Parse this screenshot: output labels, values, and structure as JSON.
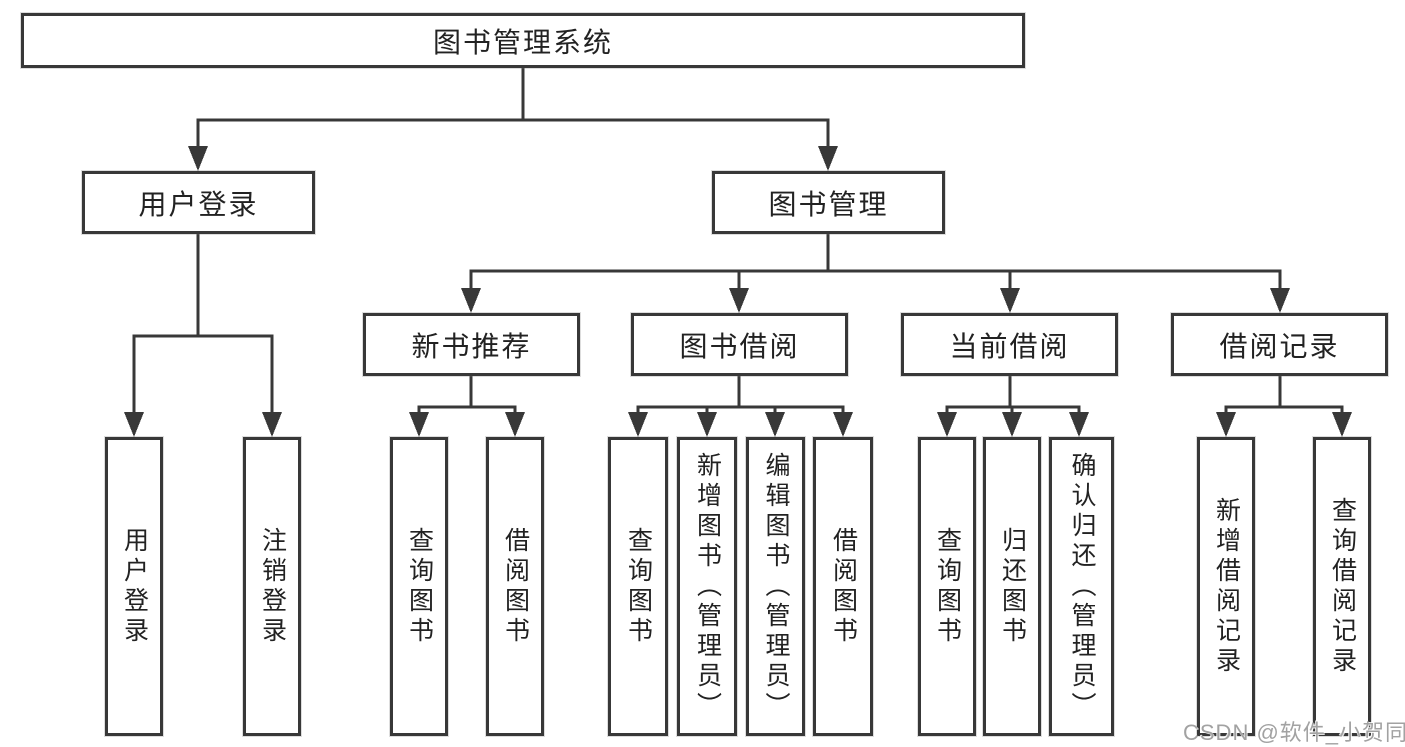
{
  "watermark": "CSDN @软件_小贺同学",
  "colors": {
    "line": "#383838",
    "box_border": "#383838",
    "text": "#222222",
    "watermark": "#a2a2a2",
    "background": "#ffffff"
  },
  "tree": {
    "root": {
      "label": "图书管理系统"
    },
    "branches": [
      {
        "label": "用户登录",
        "children": [
          {
            "label": "用户登录"
          },
          {
            "label": "注销登录"
          }
        ]
      },
      {
        "label": "图书管理",
        "children": [
          {
            "label": "新书推荐",
            "children": [
              {
                "label": "查询图书"
              },
              {
                "label": "借阅图书"
              }
            ]
          },
          {
            "label": "图书借阅",
            "children": [
              {
                "label": "查询图书"
              },
              {
                "label": "新增图书（管理员）"
              },
              {
                "label": "编辑图书（管理员）"
              },
              {
                "label": "借阅图书"
              }
            ]
          },
          {
            "label": "当前借阅",
            "children": [
              {
                "label": "查询图书"
              },
              {
                "label": "归还图书"
              },
              {
                "label": "确认归还（管理员）"
              }
            ]
          },
          {
            "label": "借阅记录",
            "children": [
              {
                "label": "新增借阅记录"
              },
              {
                "label": "查询借阅记录"
              }
            ]
          }
        ]
      }
    ]
  }
}
